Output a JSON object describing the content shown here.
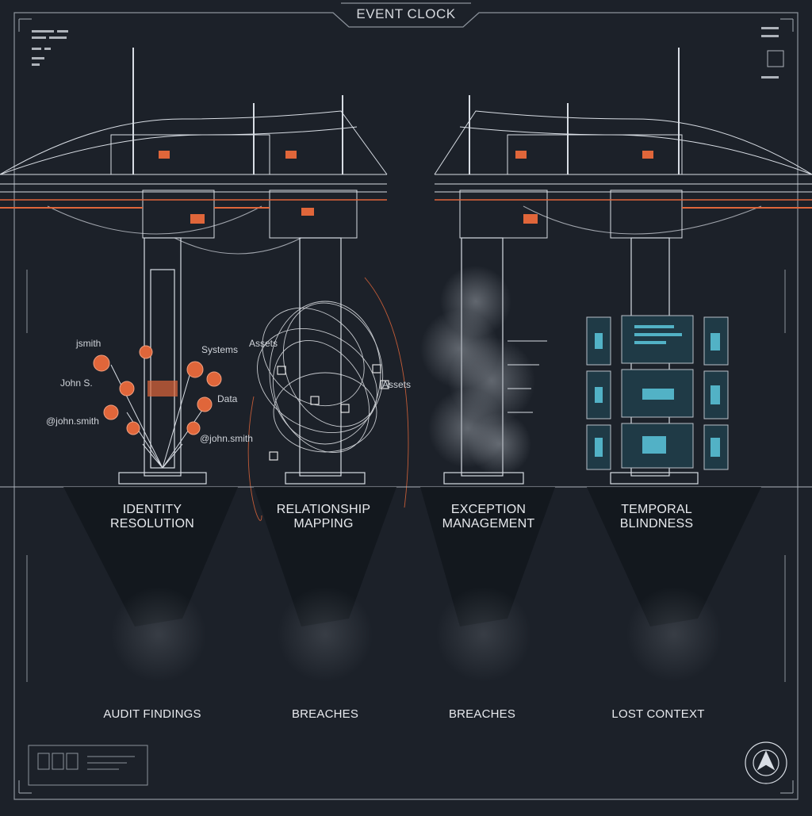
{
  "header": {
    "title": "EVENT CLOCK"
  },
  "pillars": [
    {
      "id": "identity",
      "label_line1": "IDENTITY",
      "label_line2": "RESOLUTION",
      "outcome": "AUDIT FINDINGS"
    },
    {
      "id": "relationship",
      "label_line1": "RELATIONSHIP",
      "label_line2": "MAPPING",
      "outcome": "BREACHES"
    },
    {
      "id": "exception",
      "label_line1": "EXCEPTION",
      "label_line2": "MANAGEMENT",
      "outcome": "BREACHES"
    },
    {
      "id": "temporal",
      "label_line1": "TEMPORAL",
      "label_line2": "BLINDNESS",
      "outcome": "LOST CONTEXT"
    }
  ],
  "identity_tags": [
    "jsmith",
    "John S.",
    "@john.smith",
    "Systems",
    "Data",
    "@john.smith"
  ],
  "relationship_tags": [
    "Assets",
    "Assets"
  ],
  "colors": {
    "background": "#1c2129",
    "line": "#d8dde4",
    "accent_orange": "#e0663a",
    "screen_cyan": "#5fd0e6"
  },
  "icons": [
    "target-icon",
    "card-icon"
  ]
}
